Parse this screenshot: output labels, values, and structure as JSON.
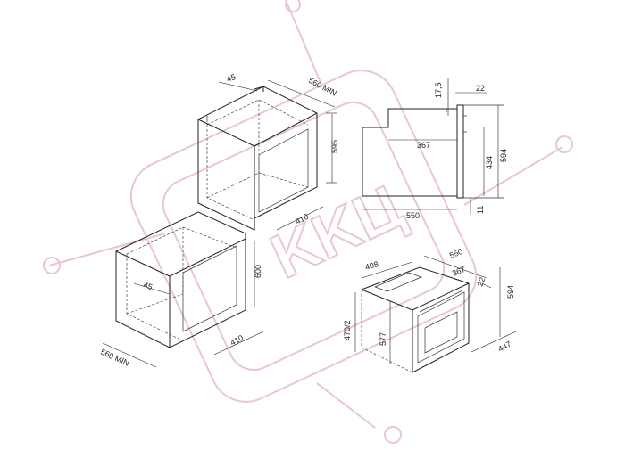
{
  "watermark": {
    "text": "KKЦ",
    "color": "#e9c7cc"
  },
  "colors": {
    "line": "#222222",
    "background": "#ffffff"
  },
  "upper_niche": {
    "depth_top": "45",
    "width_top": "560 MIN",
    "height": "595",
    "depth_bottom": "410"
  },
  "lower_niche": {
    "depth_inner": "45",
    "height": "600",
    "depth_bottom": "410",
    "width_bottom": "560 MIN"
  },
  "side_view": {
    "top_offset": "17,5",
    "door": "22",
    "inner_depth": "367",
    "body_height": "434",
    "total_height": "594",
    "depth": "550",
    "bottom_gap": "11"
  },
  "iso_view": {
    "top_depth": "408",
    "depth": "550",
    "inner_depth": "367",
    "door": "22",
    "height": "594",
    "width": "447",
    "left_height": "470/2",
    "front_height": "577"
  }
}
